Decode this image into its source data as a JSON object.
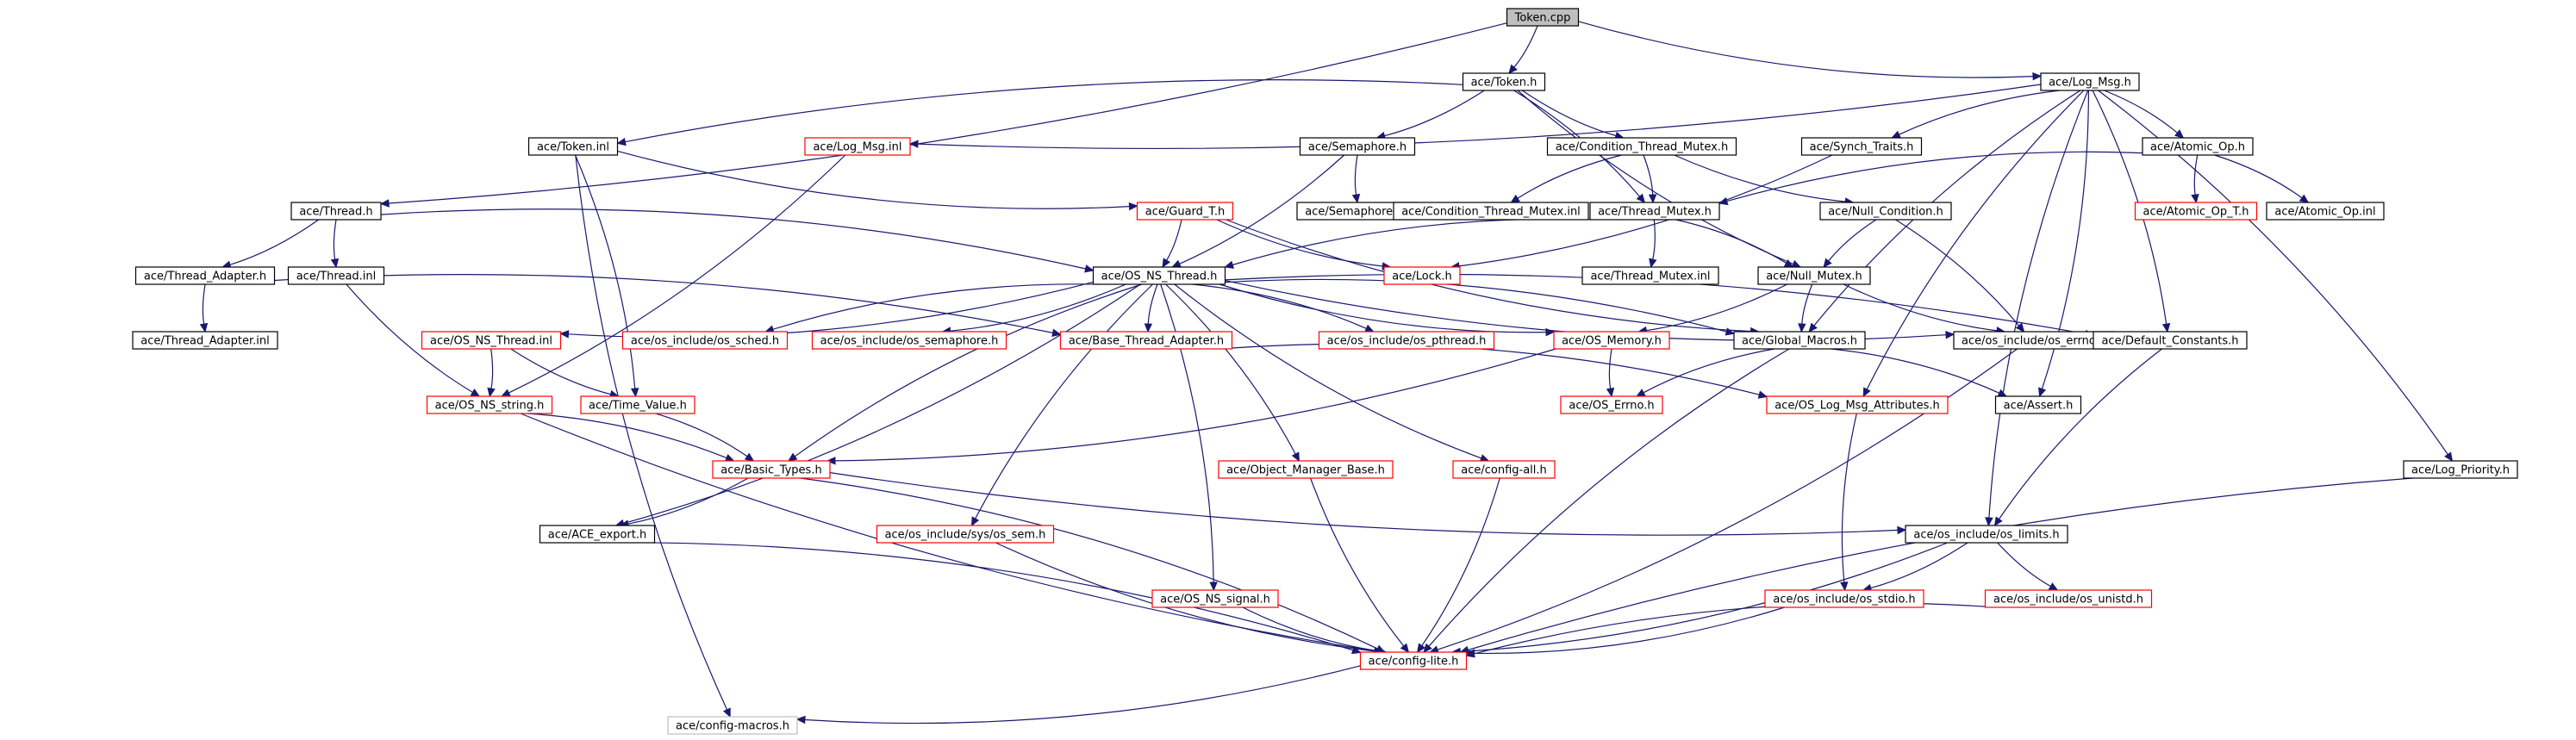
{
  "colors": {
    "edge": "#191970",
    "root_fill": "#bfbfbf",
    "normal_stroke": "#000000",
    "missing_stroke": "#ff0000",
    "external_stroke": "#bfbfbf"
  },
  "nodes": [
    {
      "id": "token_cpp",
      "label": "Token.cpp",
      "kind": "root"
    },
    {
      "id": "token_h",
      "label": "ace/Token.h",
      "kind": "normal"
    },
    {
      "id": "log_msg_h",
      "label": "ace/Log_Msg.h",
      "kind": "normal"
    },
    {
      "id": "token_inl",
      "label": "ace/Token.inl",
      "kind": "normal"
    },
    {
      "id": "log_msg_inl",
      "label": "ace/Log_Msg.inl",
      "kind": "missing"
    },
    {
      "id": "semaphore_h",
      "label": "ace/Semaphore.h",
      "kind": "normal"
    },
    {
      "id": "cond_thread_mutex_h",
      "label": "ace/Condition_Thread_Mutex.h",
      "kind": "normal"
    },
    {
      "id": "synch_traits_h",
      "label": "ace/Synch_Traits.h",
      "kind": "normal"
    },
    {
      "id": "atomic_op_h",
      "label": "ace/Atomic_Op.h",
      "kind": "normal"
    },
    {
      "id": "thread_h",
      "label": "ace/Thread.h",
      "kind": "normal"
    },
    {
      "id": "guard_t_h",
      "label": "ace/Guard_T.h",
      "kind": "missing"
    },
    {
      "id": "semaphore_inl",
      "label": "ace/Semaphore.inl",
      "kind": "normal"
    },
    {
      "id": "cond_thread_mutex_inl",
      "label": "ace/Condition_Thread_Mutex.inl",
      "kind": "normal"
    },
    {
      "id": "thread_mutex_h",
      "label": "ace/Thread_Mutex.h",
      "kind": "normal"
    },
    {
      "id": "null_condition_h",
      "label": "ace/Null_Condition.h",
      "kind": "normal"
    },
    {
      "id": "atomic_op_t_h",
      "label": "ace/Atomic_Op_T.h",
      "kind": "missing"
    },
    {
      "id": "atomic_op_inl",
      "label": "ace/Atomic_Op.inl",
      "kind": "normal"
    },
    {
      "id": "thread_adapter_h",
      "label": "ace/Thread_Adapter.h",
      "kind": "normal"
    },
    {
      "id": "thread_inl",
      "label": "ace/Thread.inl",
      "kind": "normal"
    },
    {
      "id": "os_ns_thread_h",
      "label": "ace/OS_NS_Thread.h",
      "kind": "normal"
    },
    {
      "id": "lock_h",
      "label": "ace/Lock.h",
      "kind": "missing"
    },
    {
      "id": "thread_mutex_inl",
      "label": "ace/Thread_Mutex.inl",
      "kind": "normal"
    },
    {
      "id": "null_mutex_h",
      "label": "ace/Null_Mutex.h",
      "kind": "normal"
    },
    {
      "id": "thread_adapter_inl",
      "label": "ace/Thread_Adapter.inl",
      "kind": "normal"
    },
    {
      "id": "os_ns_thread_inl",
      "label": "ace/OS_NS_Thread.inl",
      "kind": "missing"
    },
    {
      "id": "os_sched_h",
      "label": "ace/os_include/os_sched.h",
      "kind": "missing"
    },
    {
      "id": "os_semaphore_h",
      "label": "ace/os_include/os_semaphore.h",
      "kind": "missing"
    },
    {
      "id": "base_thread_adapter_h",
      "label": "ace/Base_Thread_Adapter.h",
      "kind": "missing"
    },
    {
      "id": "os_pthread_h",
      "label": "ace/os_include/os_pthread.h",
      "kind": "missing"
    },
    {
      "id": "os_memory_h",
      "label": "ace/OS_Memory.h",
      "kind": "missing"
    },
    {
      "id": "global_macros_h",
      "label": "ace/Global_Macros.h",
      "kind": "normal"
    },
    {
      "id": "os_errno_h",
      "label": "ace/os_include/os_errno.h",
      "kind": "normal"
    },
    {
      "id": "default_constants_h",
      "label": "ace/Default_Constants.h",
      "kind": "normal"
    },
    {
      "id": "os_ns_string_h",
      "label": "ace/OS_NS_string.h",
      "kind": "missing"
    },
    {
      "id": "time_value_h",
      "label": "ace/Time_Value.h",
      "kind": "missing"
    },
    {
      "id": "os_errno_ace_h",
      "label": "ace/OS_Errno.h",
      "kind": "missing"
    },
    {
      "id": "os_log_msg_attributes_h",
      "label": "ace/OS_Log_Msg_Attributes.h",
      "kind": "missing"
    },
    {
      "id": "assert_h",
      "label": "ace/Assert.h",
      "kind": "normal"
    },
    {
      "id": "basic_types_h",
      "label": "ace/Basic_Types.h",
      "kind": "missing"
    },
    {
      "id": "object_manager_base_h",
      "label": "ace/Object_Manager_Base.h",
      "kind": "missing"
    },
    {
      "id": "config_all_h",
      "label": "ace/config-all.h",
      "kind": "missing"
    },
    {
      "id": "log_priority_h",
      "label": "ace/Log_Priority.h",
      "kind": "normal"
    },
    {
      "id": "ace_export_h",
      "label": "ace/ACE_export.h",
      "kind": "normal"
    },
    {
      "id": "os_sem_h",
      "label": "ace/os_include/sys/os_sem.h",
      "kind": "missing"
    },
    {
      "id": "os_limits_h",
      "label": "ace/os_include/os_limits.h",
      "kind": "normal"
    },
    {
      "id": "os_ns_signal_h",
      "label": "ace/OS_NS_signal.h",
      "kind": "missing"
    },
    {
      "id": "os_stdio_h",
      "label": "ace/os_include/os_stdio.h",
      "kind": "missing"
    },
    {
      "id": "os_unistd_h",
      "label": "ace/os_include/os_unistd.h",
      "kind": "missing"
    },
    {
      "id": "config_lite_h",
      "label": "ace/config-lite.h",
      "kind": "missing"
    },
    {
      "id": "config_macros_h",
      "label": "ace/config-macros.h",
      "kind": "external"
    }
  ],
  "edges": [
    [
      "token_cpp",
      "token_h"
    ],
    [
      "token_cpp",
      "log_msg_h"
    ],
    [
      "token_cpp",
      "thread_h"
    ],
    [
      "token_h",
      "token_inl"
    ],
    [
      "token_h",
      "semaphore_h"
    ],
    [
      "token_h",
      "cond_thread_mutex_h"
    ],
    [
      "token_h",
      "thread_mutex_h"
    ],
    [
      "token_h",
      "null_mutex_h"
    ],
    [
      "log_msg_h",
      "log_msg_inl"
    ],
    [
      "log_msg_h",
      "synch_traits_h"
    ],
    [
      "log_msg_h",
      "atomic_op_h"
    ],
    [
      "log_msg_h",
      "global_macros_h"
    ],
    [
      "log_msg_h",
      "default_constants_h"
    ],
    [
      "log_msg_h",
      "os_log_msg_attributes_h"
    ],
    [
      "log_msg_h",
      "assert_h"
    ],
    [
      "log_msg_h",
      "os_limits_h"
    ],
    [
      "log_msg_h",
      "log_priority_h"
    ],
    [
      "token_inl",
      "guard_t_h"
    ],
    [
      "token_inl",
      "time_value_h"
    ],
    [
      "token_inl",
      "config_macros_h"
    ],
    [
      "log_msg_inl",
      "os_ns_string_h"
    ],
    [
      "semaphore_h",
      "semaphore_inl"
    ],
    [
      "semaphore_h",
      "os_ns_thread_h"
    ],
    [
      "cond_thread_mutex_h",
      "cond_thread_mutex_inl"
    ],
    [
      "cond_thread_mutex_h",
      "thread_mutex_h"
    ],
    [
      "cond_thread_mutex_h",
      "null_condition_h"
    ],
    [
      "synch_traits_h",
      "lock_h"
    ],
    [
      "atomic_op_h",
      "atomic_op_t_h"
    ],
    [
      "atomic_op_h",
      "atomic_op_inl"
    ],
    [
      "atomic_op_h",
      "thread_mutex_h"
    ],
    [
      "thread_h",
      "thread_adapter_h"
    ],
    [
      "thread_h",
      "thread_inl"
    ],
    [
      "thread_h",
      "os_ns_thread_h"
    ],
    [
      "guard_t_h",
      "lock_h"
    ],
    [
      "guard_t_h",
      "os_ns_thread_h"
    ],
    [
      "guard_t_h",
      "global_macros_h"
    ],
    [
      "thread_mutex_h",
      "thread_mutex_inl"
    ],
    [
      "thread_mutex_h",
      "os_ns_thread_h"
    ],
    [
      "thread_mutex_h",
      "null_mutex_h"
    ],
    [
      "null_condition_h",
      "null_mutex_h"
    ],
    [
      "null_condition_h",
      "os_errno_h"
    ],
    [
      "thread_adapter_h",
      "thread_adapter_inl"
    ],
    [
      "thread_adapter_h",
      "base_thread_adapter_h"
    ],
    [
      "thread_inl",
      "os_ns_string_h"
    ],
    [
      "os_ns_thread_h",
      "os_ns_thread_inl"
    ],
    [
      "os_ns_thread_h",
      "os_sched_h"
    ],
    [
      "os_ns_thread_h",
      "os_semaphore_h"
    ],
    [
      "os_ns_thread_h",
      "base_thread_adapter_h"
    ],
    [
      "os_ns_thread_h",
      "os_pthread_h"
    ],
    [
      "os_ns_thread_h",
      "os_memory_h"
    ],
    [
      "os_ns_thread_h",
      "global_macros_h"
    ],
    [
      "os_ns_thread_h",
      "os_errno_h"
    ],
    [
      "os_ns_thread_h",
      "default_constants_h"
    ],
    [
      "os_ns_thread_h",
      "basic_types_h"
    ],
    [
      "os_ns_thread_h",
      "object_manager_base_h"
    ],
    [
      "os_ns_thread_h",
      "config_all_h"
    ],
    [
      "os_ns_thread_h",
      "ace_export_h"
    ],
    [
      "os_ns_thread_h",
      "os_sem_h"
    ],
    [
      "os_ns_thread_h",
      "os_ns_signal_h"
    ],
    [
      "null_mutex_h",
      "global_macros_h"
    ],
    [
      "null_mutex_h",
      "os_memory_h"
    ],
    [
      "null_mutex_h",
      "os_errno_h"
    ],
    [
      "os_ns_thread_inl",
      "os_ns_string_h"
    ],
    [
      "os_ns_thread_inl",
      "time_value_h"
    ],
    [
      "base_thread_adapter_h",
      "os_log_msg_attributes_h"
    ],
    [
      "os_memory_h",
      "os_errno_ace_h"
    ],
    [
      "os_memory_h",
      "basic_types_h"
    ],
    [
      "global_macros_h",
      "os_errno_ace_h"
    ],
    [
      "global_macros_h",
      "assert_h"
    ],
    [
      "global_macros_h",
      "config_lite_h"
    ],
    [
      "os_errno_h",
      "config_lite_h"
    ],
    [
      "default_constants_h",
      "os_limits_h"
    ],
    [
      "os_ns_string_h",
      "basic_types_h"
    ],
    [
      "os_ns_string_h",
      "config_lite_h"
    ],
    [
      "time_value_h",
      "basic_types_h"
    ],
    [
      "os_log_msg_attributes_h",
      "os_stdio_h"
    ],
    [
      "basic_types_h",
      "ace_export_h"
    ],
    [
      "basic_types_h",
      "os_limits_h"
    ],
    [
      "basic_types_h",
      "config_lite_h"
    ],
    [
      "object_manager_base_h",
      "config_lite_h"
    ],
    [
      "config_all_h",
      "config_lite_h"
    ],
    [
      "log_priority_h",
      "config_lite_h"
    ],
    [
      "ace_export_h",
      "config_lite_h"
    ],
    [
      "os_sem_h",
      "config_lite_h"
    ],
    [
      "os_limits_h",
      "os_stdio_h"
    ],
    [
      "os_limits_h",
      "os_unistd_h"
    ],
    [
      "os_limits_h",
      "config_lite_h"
    ],
    [
      "os_ns_signal_h",
      "config_lite_h"
    ],
    [
      "os_stdio_h",
      "config_lite_h"
    ],
    [
      "os_unistd_h",
      "config_lite_h"
    ],
    [
      "config_lite_h",
      "config_macros_h"
    ]
  ]
}
